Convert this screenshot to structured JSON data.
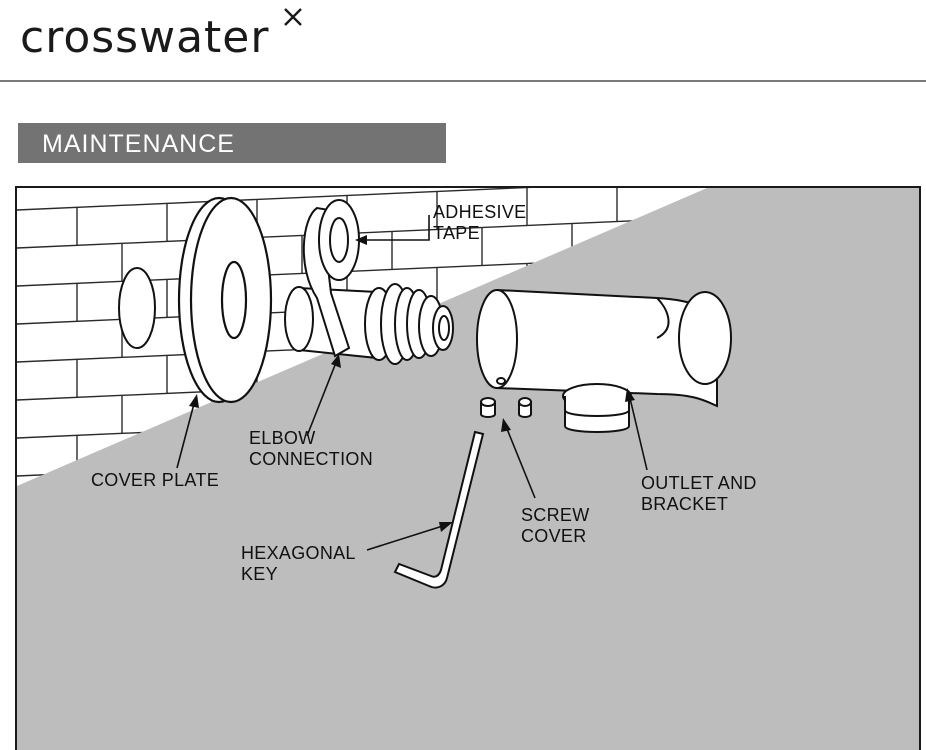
{
  "brand": {
    "name": "crosswater"
  },
  "section": {
    "title": "MAINTENANCE"
  },
  "labels": {
    "adhesive_tape_1": "ADHESIVE",
    "adhesive_tape_2": "TAPE",
    "elbow_1": "ELBOW",
    "elbow_2": "CONNECTION",
    "cover_plate": "COVER PLATE",
    "screw_cover_1": "SCREW",
    "screw_cover_2": "COVER",
    "outlet_1": "OUTLET AND",
    "outlet_2": "BRACKET",
    "hex_key_1": "HEXAGONAL",
    "hex_key_2": "KEY"
  },
  "colors": {
    "section_bar": "#737373",
    "floor": "#bdbdbd",
    "rule": "#7a7a7a"
  }
}
